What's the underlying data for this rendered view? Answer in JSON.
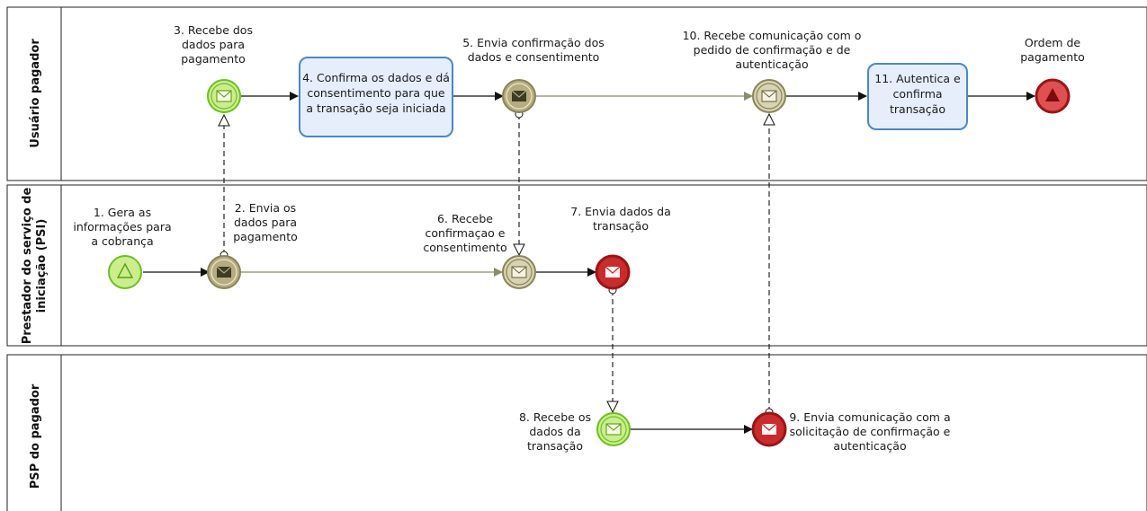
{
  "lanes": {
    "usuario": "Usuário pagador",
    "psi_line1": "Prestador do serviço de",
    "psi_line2": "iniciação (PSI)",
    "psp": "PSP do pagador"
  },
  "events": {
    "start": [
      "1. Gera as",
      "informações para",
      "a cobrança"
    ],
    "psi_send": [
      "2. Envia os",
      "dados  para",
      "pagamento"
    ],
    "user_receive": [
      "3. Recebe  dos",
      "dados  para",
      "pagamento"
    ],
    "user_send": [
      "5. Envia confirmação dos",
      "dados e consentimento"
    ],
    "psi_receive": [
      "6. Recebe",
      "confirmaçao e",
      "consentimento"
    ],
    "psi_end": [
      "7. Envia dados da",
      "transação"
    ],
    "psp_receive": [
      "8. Recebe os",
      "dados da",
      "transação"
    ],
    "psp_end": [
      "9. Envia comunicação com a",
      "solicitação de confirmação e",
      "autenticação"
    ],
    "user_receive2": [
      "10. Recebe comunicação com o",
      "pedido de confirmação e de",
      "autenticação"
    ],
    "final_end": [
      "Ordem de",
      "pagamento"
    ]
  },
  "tasks": {
    "confirm": [
      "4. Confirma os dados e dá",
      "consentimento para que",
      "a transação seja iniciada"
    ],
    "auth": [
      "11.  Autentica e",
      "confirma",
      "transação"
    ]
  },
  "colors": {
    "green_fill": "#c9ef8a",
    "green_stroke": "#6fbf1f",
    "olive_fill": "#b5ad7c",
    "olive_stroke": "#8a8458",
    "red_fill": "#cc2b2b",
    "red_stroke": "#9b1515",
    "task_fill": "#e6eefb",
    "task_stroke": "#4b87c7"
  }
}
